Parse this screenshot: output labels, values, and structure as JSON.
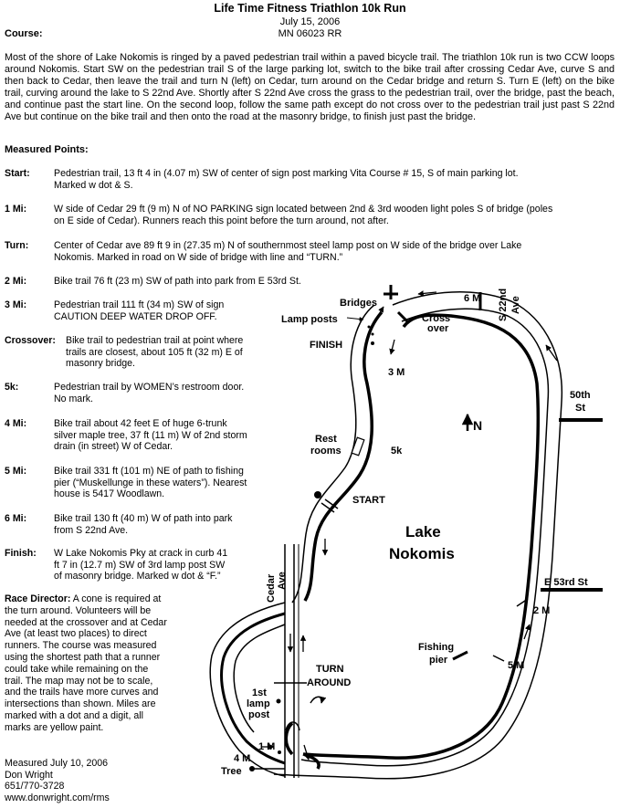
{
  "header": {
    "title": "Life Time Fitness Triathlon 10k Run",
    "date": "July 15, 2006",
    "course_label": "Course:",
    "course_id": "MN 06023 RR"
  },
  "intro": "Most of the shore of Lake Nokomis is ringed by a paved pedestrian trail within a paved bicycle trail. The triathlon 10k run is two CCW loops around Nokomis. Start SW on the pedestrian trail S of the large parking lot, switch to the bike trail after crossing Cedar Ave, curve S and then back to Cedar, then leave the trail and turn N (left) on Cedar, turn around on the Cedar bridge and return S. Turn E (left) on the bike trail, curving around the lake to S 22nd Ave. Shortly after S 22nd Ave cross the grass to the pedestrian trail, over the bridge, past the beach, and continue past the start line. On the second loop, follow the same path except do not cross over to the pedestrian trail just past S 22nd Ave but continue on the bike trail and then onto the road at the masonry bridge, to finish just past the bridge.",
  "measured_points_heading": "Measured Points:",
  "points": [
    {
      "label": "Start:",
      "lines": [
        "Pedestrian trail, 13 ft 4 in (4.07 m) SW of center of sign post marking Vita Course # 15, S of main parking lot.",
        "Marked w dot & S."
      ]
    },
    {
      "label": "1 Mi:",
      "lines": [
        "W side of Cedar 29 ft (9 m) N of NO PARKING sign located between 2nd & 3rd wooden light poles S of bridge (poles",
        "on E side of Cedar).  Runners reach this point before the turn around, not after."
      ]
    },
    {
      "label": "Turn:",
      "lines": [
        "Center of Cedar ave 89 ft 9 in (27.35 m) N of southernmost steel lamp post on W side of the bridge over Lake",
        "Nokomis.  Marked in road on W side of bridge with line and “TURN.”"
      ]
    },
    {
      "label": "2 Mi:",
      "lines": [
        "Bike trail 76 ft (23 m) SW of path into park from E 53rd St."
      ]
    },
    {
      "label": "3 Mi:",
      "lines": [
        "Pedestrian trail 111 ft (34 m) SW of sign",
        "CAUTION DEEP WATER DROP OFF."
      ]
    },
    {
      "label": "Crossover:",
      "lines": [
        "Bike trail to pedestrian trail at point where",
        "trails are closest, about 105 ft (32 m) E of",
        "masonry bridge."
      ]
    },
    {
      "label": "5k:",
      "lines": [
        "Pedestrian trail by WOMEN’s restroom door.",
        "No mark."
      ]
    },
    {
      "label": "4 Mi:",
      "lines": [
        "Bike trail about 42 feet E of huge 6-trunk",
        "silver maple tree, 37 ft (11 m) W of 2nd storm",
        "drain (in street) W of Cedar."
      ]
    },
    {
      "label": "5 Mi:",
      "lines": [
        "Bike trail 331 ft (101 m) NE of path to fishing",
        "pier (“Muskellunge in these waters”).  Nearest",
        "house is 5417 Woodlawn."
      ]
    },
    {
      "label": "6 Mi:",
      "lines": [
        "Bike trail 130 ft (40 m) W of path into park",
        "from S 22nd Ave."
      ]
    },
    {
      "label": "Finish:",
      "lines": [
        "W Lake Nokomis Pky at crack in curb 41",
        "ft 7 in (12.7 m) SW of 3rd lamp post SW",
        "of masonry bridge.  Marked w dot & “F.”"
      ]
    }
  ],
  "race_director": {
    "label": "Race Director:",
    "lines": [
      "A cone is required at",
      "the  turn around. Volunteers will be",
      "needed at the crossover and at Cedar",
      "Ave (at least two places) to direct",
      "runners. The course was measured",
      "using the shortest path that a runner",
      "could take while remaining on the",
      "trail.  The map may not be to scale,",
      "and the trails have more curves and",
      "intersections than shown.  Miles are",
      "marked with a dot and a digit, all",
      "marks are yellow paint."
    ]
  },
  "measured_by": [
    "Measured July 10, 2006",
    "Don Wright",
    "651/770-3728",
    "www.donwright.com/rms"
  ],
  "map": {
    "bridges": "Bridges",
    "lamp_posts": "Lamp posts",
    "cross_over_1": "Cross",
    "cross_over_2": "over",
    "six_m": "6 M",
    "s22nd_1": "S 22nd",
    "s22nd_2": "Ave",
    "finish": "FINISH",
    "three_m": "3 M",
    "north": "N",
    "st50th_1": "50th",
    "st50th_2": "St",
    "rest_1": "Rest",
    "rest_2": "rooms",
    "fivek": "5k",
    "start": "START",
    "lake_1": "Lake",
    "lake_2": "Nokomis",
    "cedar_1": "Cedar",
    "cedar_2": "Ave",
    "e53rd": "E 53rd St",
    "two_m": "2 M",
    "fishing_1": "Fishing",
    "fishing_2": "pier",
    "five_m": "5 M",
    "turn_1": "TURN",
    "turn_2": "AROUND",
    "lamp1_1": "1st",
    "lamp1_2": "lamp",
    "lamp1_3": "post",
    "one_m": "1 M",
    "four_m": "4 M",
    "tree": "Tree"
  }
}
